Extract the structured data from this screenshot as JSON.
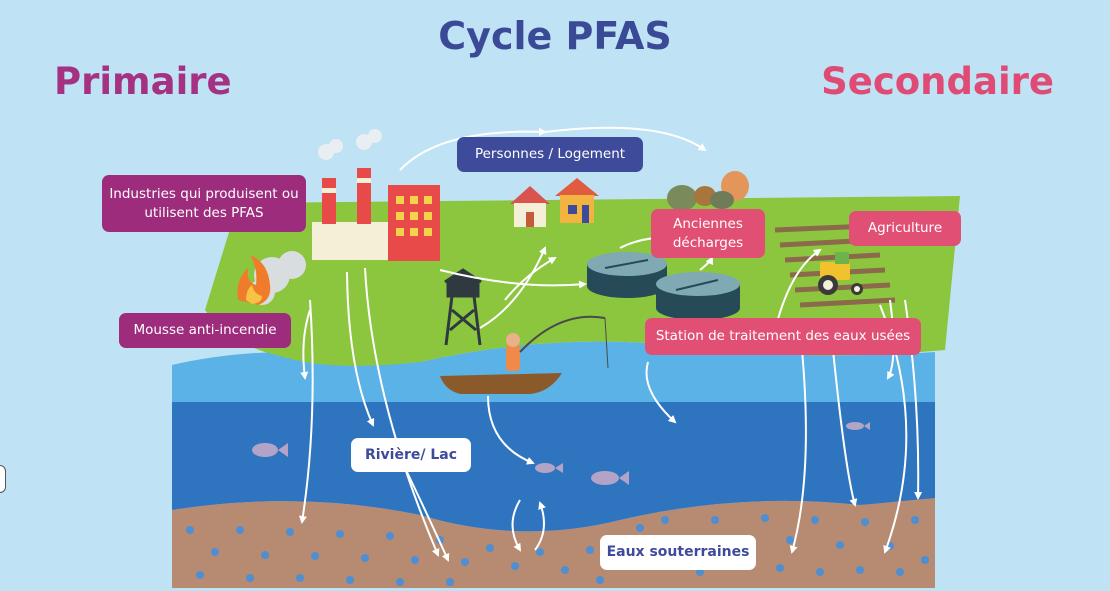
{
  "title": "Cycle PFAS",
  "primary_heading": "Primaire",
  "secondary_heading": "Secondaire",
  "labels": {
    "industries": "Industries qui produisent ou utilisent des PFAS",
    "people_housing": "Personnes / Logement",
    "old_landfills": "Anciennes décharges",
    "agriculture": "Agriculture",
    "firefighting_foam": "Mousse anti-incendie",
    "wastewater_plant": "Station de traitement des eaux usées",
    "river_lake": "Rivière/ Lac",
    "groundwater": "Eaux souterraines"
  },
  "colors": {
    "sky": "#bfe3f5",
    "land": "#8cc63f",
    "water_surface": "#5bb2e6",
    "water_deep": "#2f74bf",
    "sediment": "#b78a72",
    "primary": "#a53183",
    "secondary": "#e04b76",
    "title": "#3b4a96"
  }
}
